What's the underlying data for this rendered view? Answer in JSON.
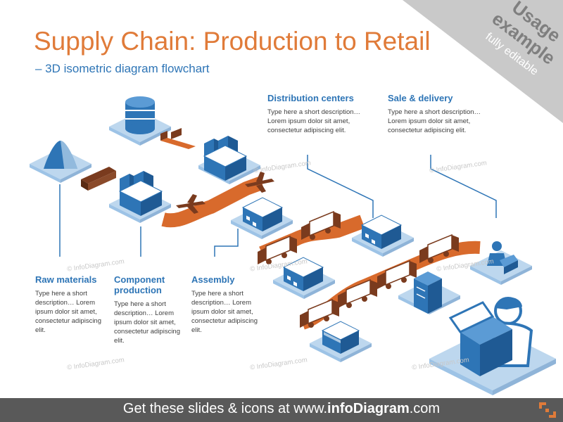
{
  "header": {
    "title": "Supply Chain: Production to Retail",
    "subtitle": "– 3D isometric diagram flowchart"
  },
  "badge": {
    "line1": "Usage",
    "line2": "example",
    "line3": "fully editable"
  },
  "stages": [
    {
      "id": "raw-materials",
      "title": "Raw materials",
      "desc": "Type here a short description… Lorem ipsum dolor sit amet, consectetur adipiscing elit."
    },
    {
      "id": "component-production",
      "title": "Component production",
      "desc": "Type here a short description… Lorem ipsum dolor sit amet, consectetur adipiscing elit."
    },
    {
      "id": "assembly",
      "title": "Assembly",
      "desc": "Type here a short description… Lorem ipsum dolor sit amet, consectetur adipiscing elit."
    },
    {
      "id": "distribution-centers",
      "title": "Distribution centers",
      "desc": "Type here a short description… Lorem ipsum dolor sit amet, consectetur adipiscing elit."
    },
    {
      "id": "sale-delivery",
      "title": "Sale & delivery",
      "desc": "Type here a short description… Lorem ipsum dolor sit amet, consectetur adipiscing elit."
    }
  ],
  "watermark": "© InfoDiagram.com",
  "footer": {
    "prefix": "Get these slides & icons at www.",
    "brand": "infoDiagram",
    "suffix": ".com"
  },
  "colors": {
    "title": "#e07b39",
    "accent_blue": "#2e75b6",
    "light_blue": "#bdd7ee",
    "road_orange": "#d86a2c",
    "truck_brown": "#7a3b1e",
    "footer_bg": "#595959"
  },
  "icons": [
    "mountain-icon",
    "train-icon",
    "database-icon",
    "ship-icon",
    "factory-icon",
    "airplane-icon",
    "warehouse-icon",
    "truck-icon",
    "shop-icon",
    "locker-icon",
    "courier-icon",
    "worker-with-box-icon",
    "logo-icon"
  ]
}
